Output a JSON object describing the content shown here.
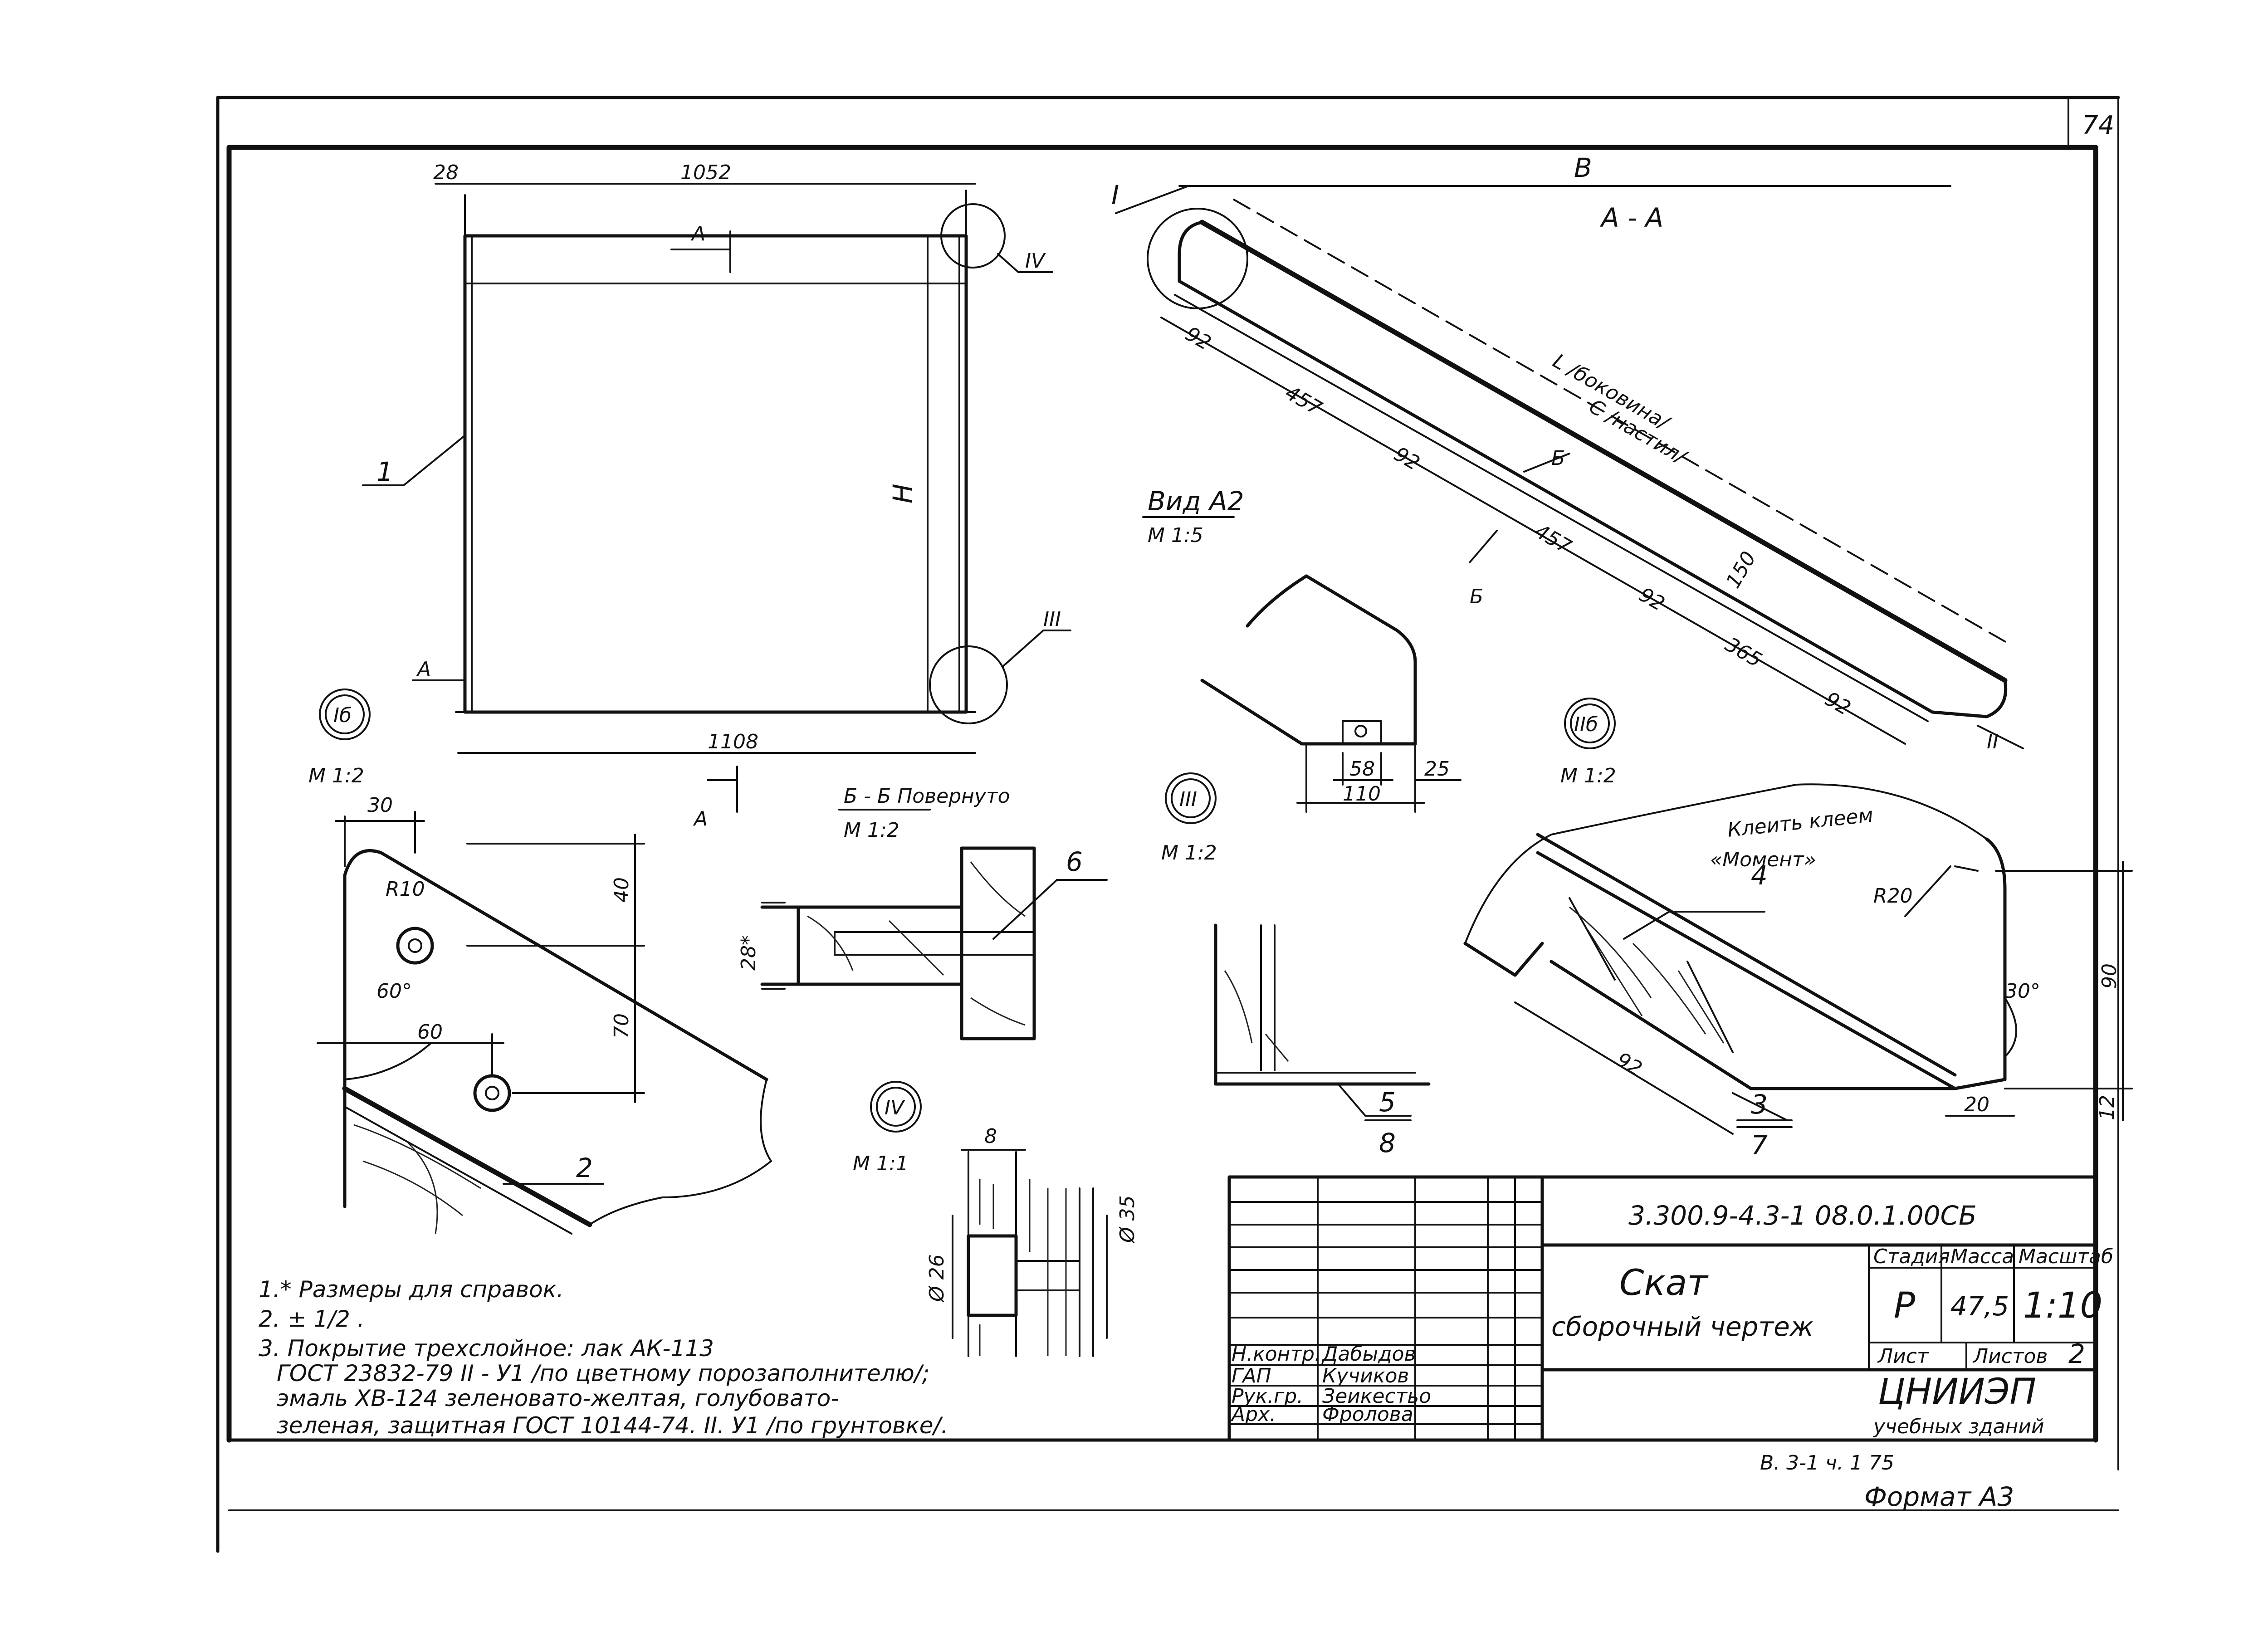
{
  "sheet": {
    "page_number": "74",
    "format_label": "Формат А3",
    "album_ref": "В. 3-1  ч. 1  75"
  },
  "frontal_view": {
    "dims": {
      "left_offset": "28",
      "width_top": "1052",
      "width_bottom": "1108",
      "height": "H"
    },
    "callouts": {
      "part1": "1",
      "node4": "IV",
      "node3": "III"
    },
    "section_arrows": {
      "top": "А",
      "left": "А",
      "bottom": "А"
    }
  },
  "section_AA": {
    "title": "А - А",
    "length_label": "В",
    "node1": "I",
    "node2": "II",
    "side_label": "L /боковина/",
    "deck_label": "С /настил/",
    "dims": [
      "92",
      "457",
      "92",
      "457",
      "92",
      "365",
      "92",
      "150"
    ],
    "cut_B_upper": "Б",
    "cut_B_lower": "Б"
  },
  "view_A2": {
    "title": "Вид А2",
    "scale": "М 1:5",
    "dims": {
      "inner": "58",
      "overall": "110",
      "side": "25"
    }
  },
  "node_Ib": {
    "title": "Iб",
    "scale": "М 1:2",
    "dims": {
      "top": "30",
      "radius": "R10",
      "v1": "40",
      "v2": "70",
      "h60": "60",
      "angle": "60°"
    },
    "part2": "2"
  },
  "section_BB": {
    "title": "Б - Б  Повернуто",
    "scale": "М 1:2",
    "dim": "28*",
    "part6": "6"
  },
  "node_III": {
    "title": "III",
    "scale": "М 1:2",
    "parts": {
      "p5": "5",
      "p8": "8"
    }
  },
  "node_IIb": {
    "title": "IIб",
    "scale": "М 1:2",
    "glue_line1": "Клеить клеем",
    "glue_line2": "«Момент»",
    "part4": "4",
    "radius": "R20",
    "dims": {
      "d92": "92",
      "d90": "90",
      "angle": "30°",
      "d20": "20",
      "d12": "12"
    },
    "parts": {
      "p3": "3",
      "p7": "7"
    }
  },
  "node_IV": {
    "title": "IV",
    "scale": "М 1:1",
    "dims": {
      "top": "8",
      "right": "Ø 35",
      "left": "Ø 26"
    }
  },
  "notes": [
    "1.* Размеры для справок.",
    "2. ± 1/2 .",
    "3. Покрытие трехслойное: лак АК-113",
    "ГОСТ 23832-79 II - У1 /по цветному порозаполнителю/;",
    "эмаль ХВ-124 зеленовато-желтая, голубовато-",
    "зеленая, защитная ГОСТ 10144-74. II. У1 /по грунтовке/."
  ],
  "title_block": {
    "doc_code": "3.300.9-4.3-1  08.0.1.00СБ",
    "name": "Скат",
    "subname": "сборочный чертеж",
    "stage_header": "Стадия",
    "mass_header": "Масса",
    "scale_header": "Масштаб",
    "stage": "Р",
    "mass": "47,5",
    "scale": "1:10",
    "sheet_label": "Лист",
    "sheets_label": "Листов",
    "sheets_total": "2",
    "org_line1": "ЦНИИЭП",
    "org_line2": "учебных зданий",
    "signatures": [
      {
        "role": "Н.контр.",
        "name": "Дабыдов"
      },
      {
        "role": "ГАП",
        "name": "Кучиков"
      },
      {
        "role": "Рук.гр.",
        "name": "Зеикестьо"
      },
      {
        "role": "Арх.",
        "name": "Фролова"
      }
    ]
  }
}
